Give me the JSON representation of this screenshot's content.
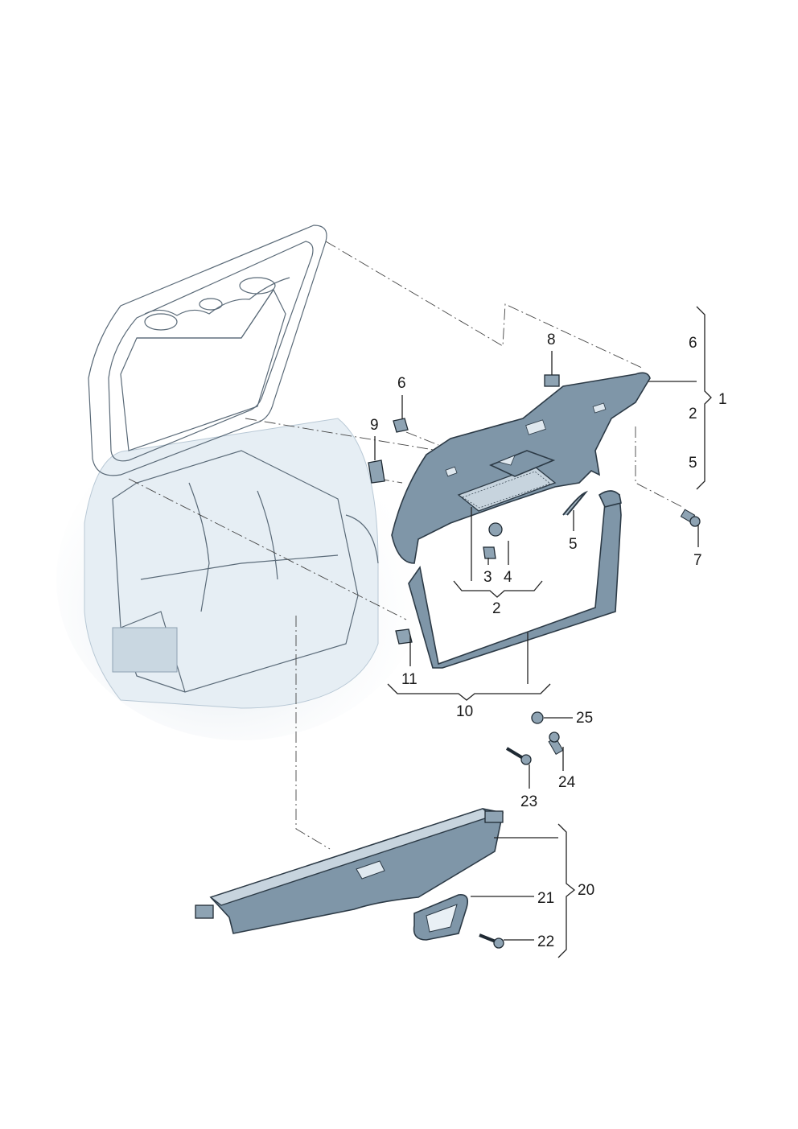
{
  "labels": {
    "l1": "1",
    "l2": "2",
    "l2b": "2",
    "l3": "3",
    "l4": "4",
    "l5a": "5",
    "l5b": "5",
    "l6a": "6",
    "l6b": "6",
    "l7": "7",
    "l8": "8",
    "l9": "9",
    "l10": "10",
    "l11": "11",
    "l20": "20",
    "l21": "21",
    "l22": "22",
    "l23": "23",
    "l24": "24",
    "l25": "25"
  },
  "colors": {
    "part_fill": "#7f96a8",
    "part_outline": "#2c3a46",
    "car_shadow": "#dfe7ee"
  }
}
